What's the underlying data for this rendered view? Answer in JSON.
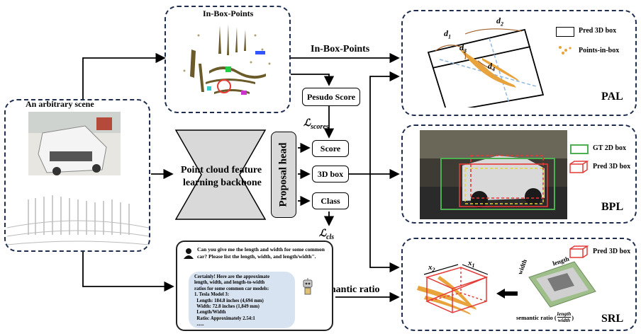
{
  "labels": {
    "in_box_points_title": "In-Box-Points",
    "in_box_points_arrow": "In-Box-Points",
    "arbitrary_scene": "An arbitrary scene",
    "pesudo_score": "Pesudo Score",
    "l_scores": "ℒ",
    "l_scores_sub": "scores",
    "backbone_line1": "Point cloud feature",
    "backbone_line2": "learning backbone",
    "proposal_head": "Proposal head",
    "score": "Score",
    "box3d": "3D box",
    "class": "Class",
    "l_cls": "ℒ",
    "l_cls_sub": "cls",
    "semantic_ratio_arrow": "Semantic ratio",
    "pal": "PAL",
    "bpl": "BPL",
    "srl": "SRL"
  },
  "pal_panel": {
    "legend_pred": "Pred 3D box",
    "legend_points": "Points-in-box",
    "d1": "d",
    "d1_sub": "1",
    "d2": "d",
    "d2_sub": "2",
    "d3": "d",
    "d3_sub": "3",
    "d4": "d",
    "d4_sub": "4"
  },
  "bpl_panel": {
    "legend_gt": "GT 2D box",
    "legend_pred": "Pred 3D box"
  },
  "srl_panel": {
    "legend_pred": "Pred 3D box",
    "x1": "x",
    "x1_sub": "1",
    "x2": "x",
    "x2_sub": "2",
    "width": "width",
    "length": "length",
    "semantic_ratio_label": "semantic ratio (",
    "ratio_num": "length",
    "ratio_den": "width",
    "ratio_close": ")"
  },
  "chat": {
    "question": "Can you give me the length and width for some common car? Please list the length, width, and length/width\".",
    "answer_lines": [
      "Certainly! Here are the approximate",
      "length, width, and length-to-width",
      "ratios for some common car models:",
      "1. Tesla Model 3:",
      "  Length: 184.8 inches (4,694 mm)",
      "  Width: 72.8 inches (1,849 mm)",
      "  Length/Width",
      "  Ratio: Approximately 2.54:1",
      "  ......"
    ]
  },
  "colors": {
    "dashed_border": "#1f2d4f",
    "gt_box": "#4caf50",
    "pred_box": "#e53935",
    "points": "#e8a33c",
    "backbone_fill": "#d9d9d9",
    "chat_bubble": "#d8e3f1"
  }
}
